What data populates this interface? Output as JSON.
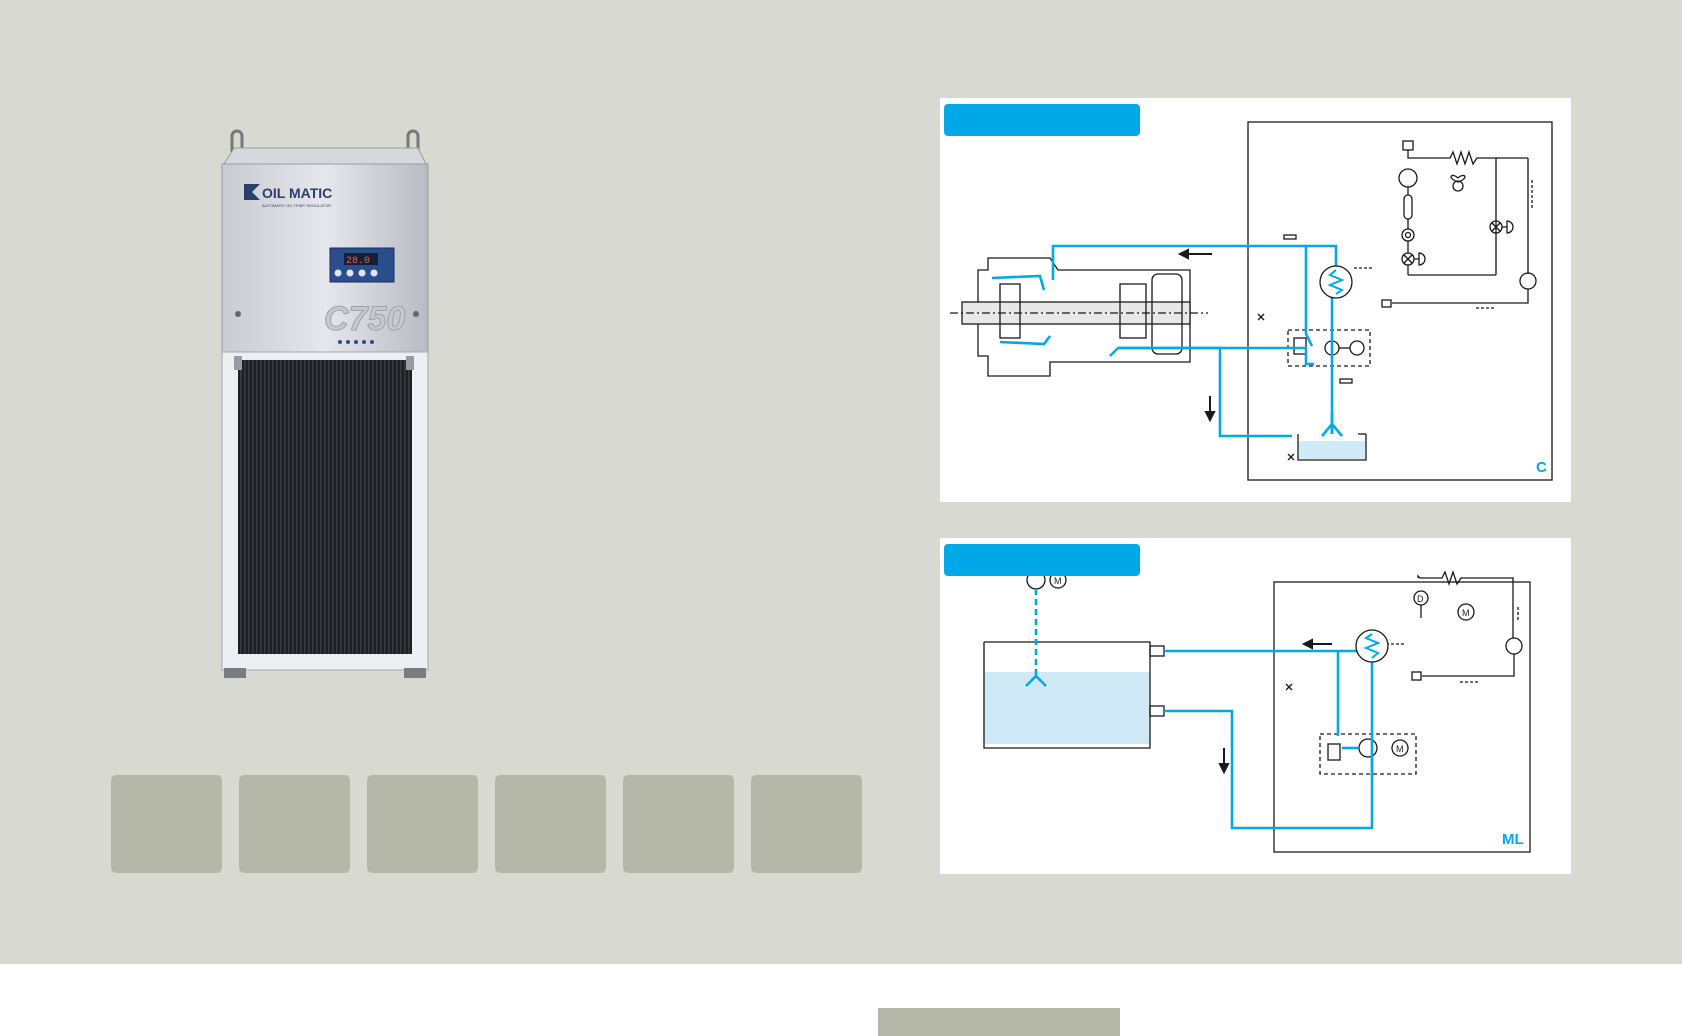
{
  "product": {
    "brand": "OIL MATIC",
    "brand_subtitle": "AUTOMATIC OIL TEMP. REGULATOR",
    "model": "C750",
    "display_readout": "28.0"
  },
  "thumbnails": [
    {
      "label": ""
    },
    {
      "label": ""
    },
    {
      "label": ""
    },
    {
      "label": ""
    },
    {
      "label": ""
    },
    {
      "label": ""
    }
  ],
  "diagrams": [
    {
      "tab_label": "",
      "model_code": "C"
    },
    {
      "tab_label": "",
      "model_code": "ML"
    }
  ],
  "footer": {
    "tab_label": ""
  },
  "colors": {
    "background": "#d8d9d0",
    "thumbnail": "#b5b8a8",
    "accent_blue": "#00a8e8",
    "diagram_line": "#1a1a1a"
  }
}
